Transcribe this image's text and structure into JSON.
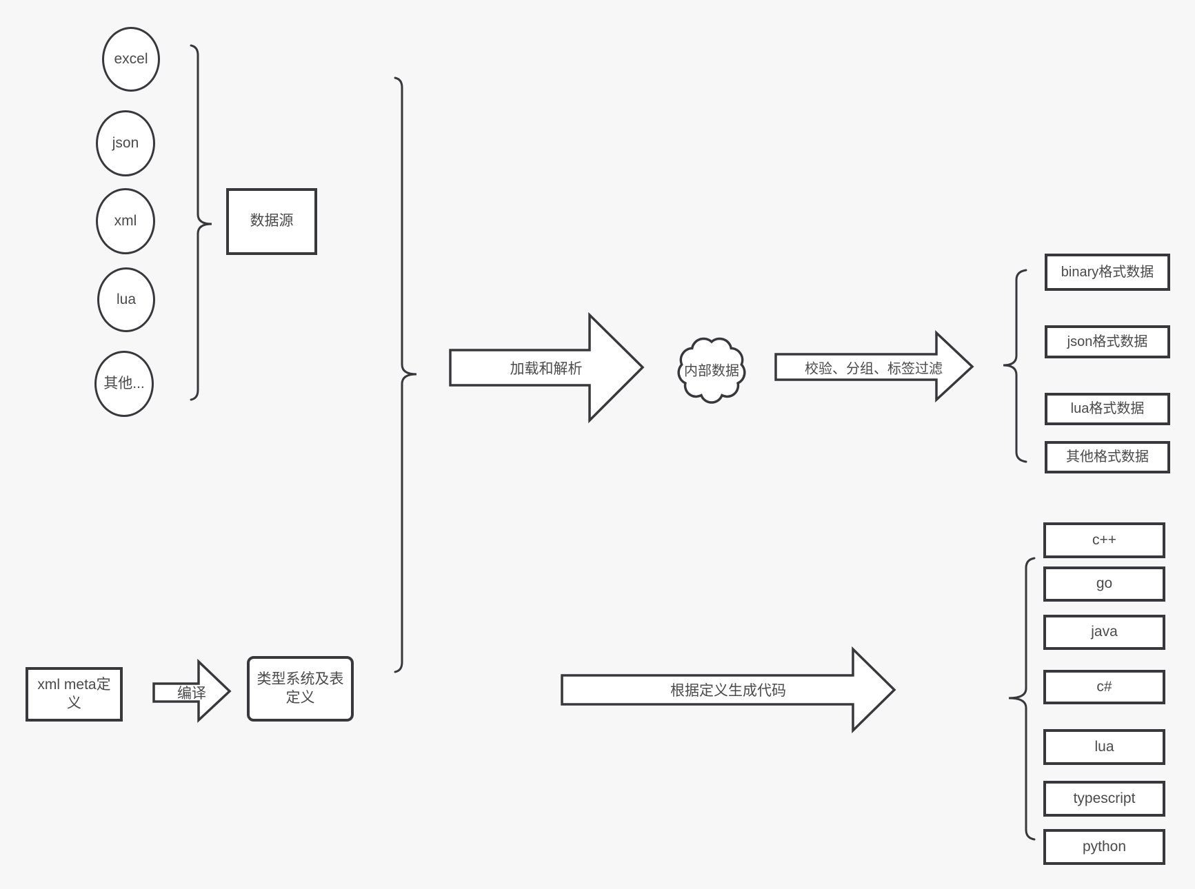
{
  "diagram": {
    "sources": {
      "items": [
        "excel",
        "json",
        "xml",
        "lua",
        "其他..."
      ],
      "group_label": "数据源"
    },
    "definitions": {
      "xml_meta_label": "xml meta定义",
      "compile_arrow_label": "编译",
      "type_system_label": "类型系统及表定义"
    },
    "pipeline": {
      "load_arrow_label": "加载和解析",
      "internal_data_label": "内部数据",
      "filter_arrow_label": "校验、分组、标签过滤"
    },
    "outputs": {
      "formats": [
        "binary格式数据",
        "json格式数据",
        "lua格式数据",
        "其他格式数据"
      ]
    },
    "codegen": {
      "arrow_label": "根据定义生成代码",
      "languages": [
        "c++",
        "go",
        "java",
        "c#",
        "lua",
        "typescript",
        "python"
      ]
    },
    "colors": {
      "background": "#f7f7f7",
      "stroke": "#38383c",
      "node_fill": "#ffffff",
      "text": "#4a4a4a"
    }
  }
}
